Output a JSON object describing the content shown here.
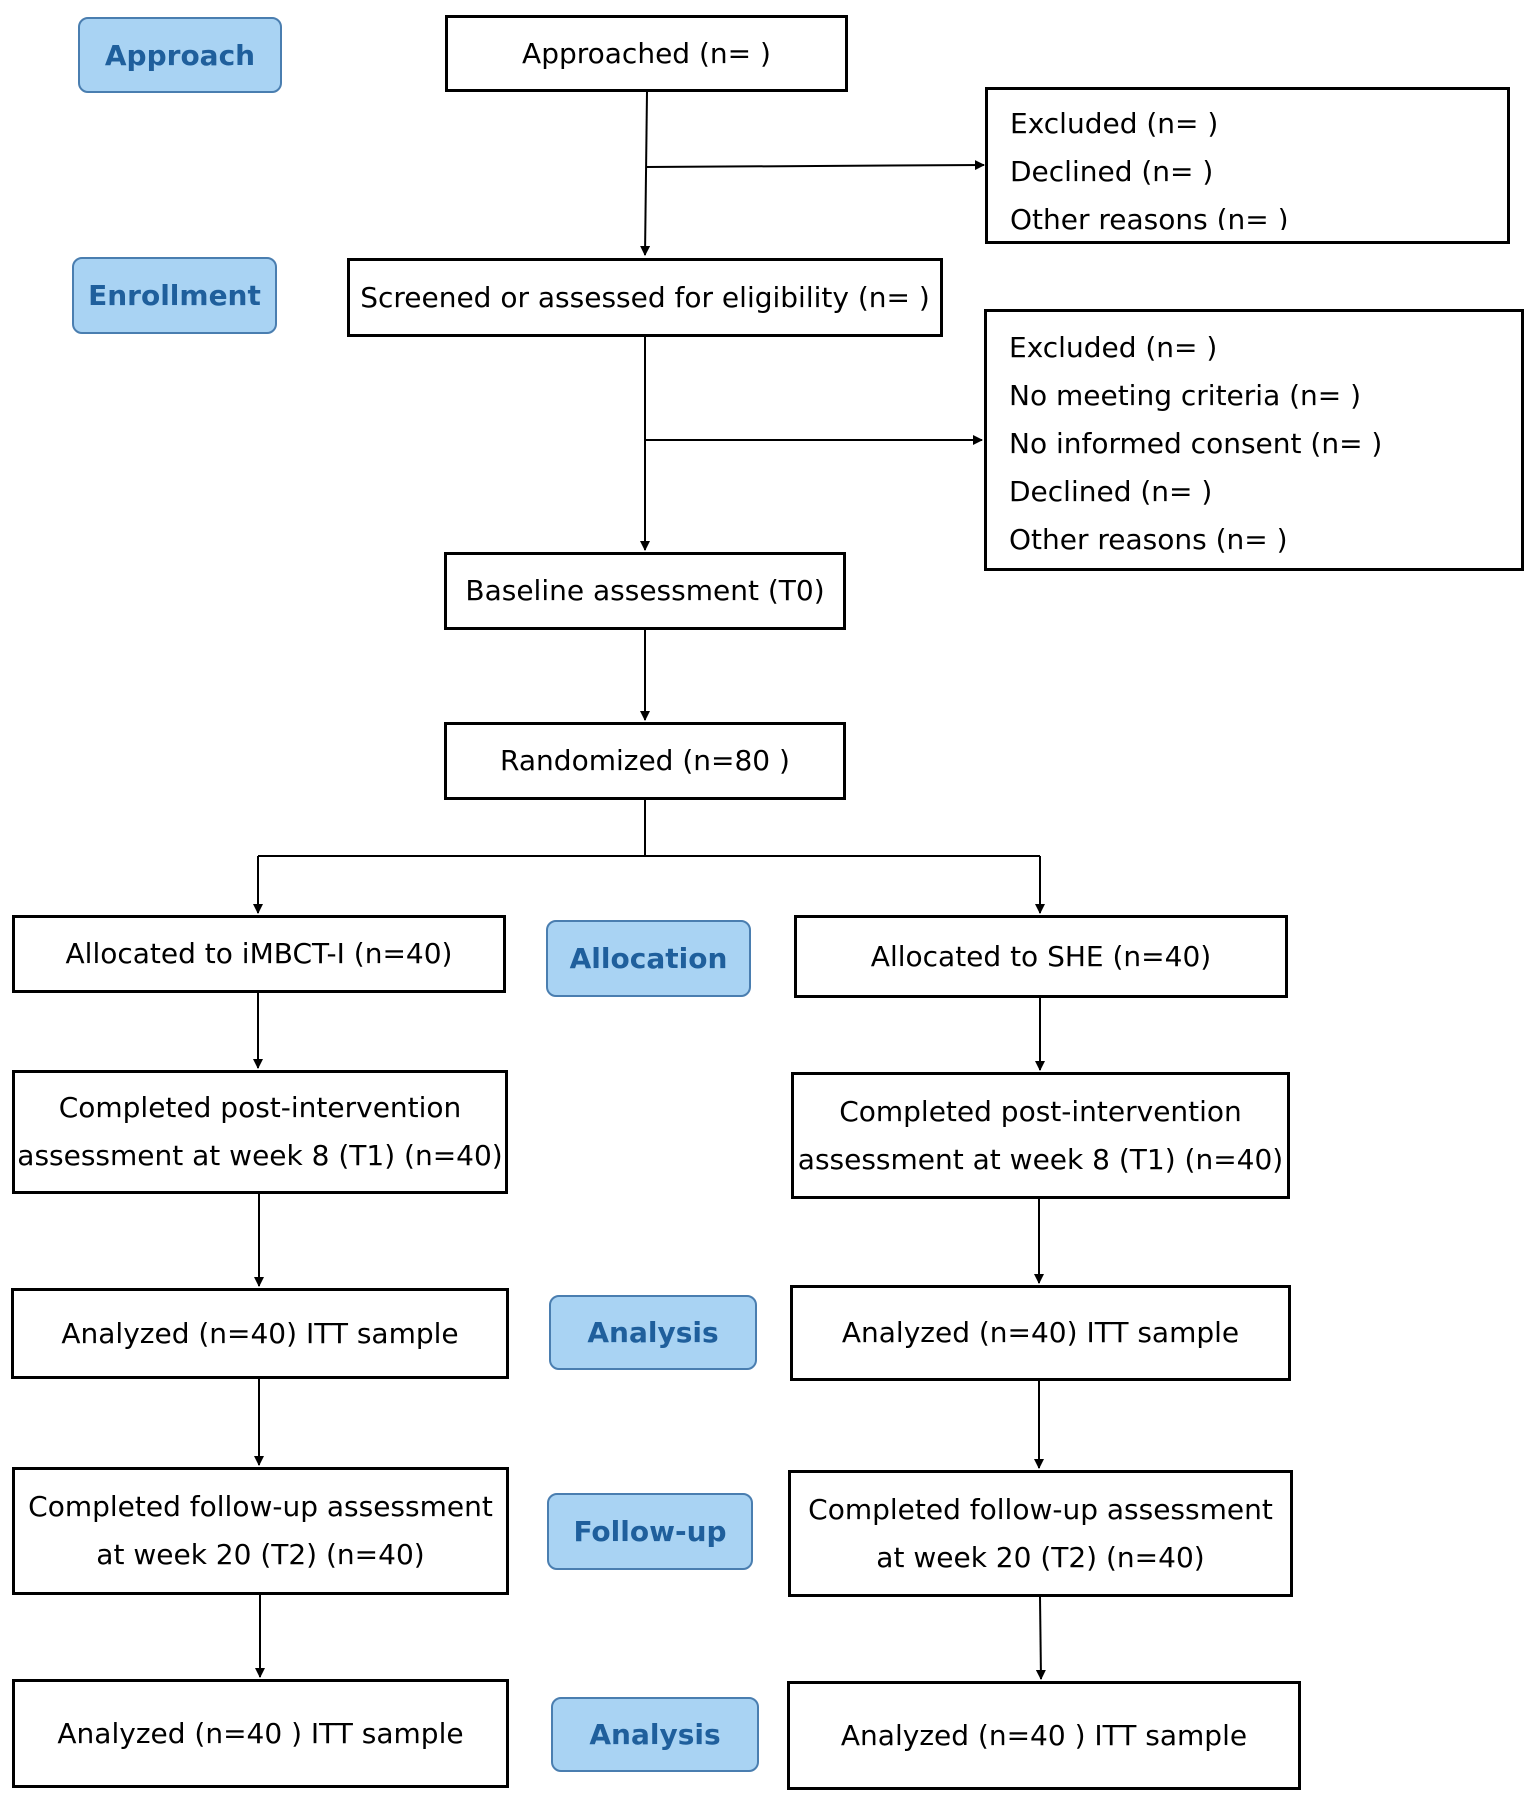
{
  "stages": {
    "approach": "Approach",
    "enrollment": "Enrollment",
    "allocation": "Allocation",
    "analysis1": "Analysis",
    "followup": "Follow-up",
    "analysis2": "Analysis"
  },
  "boxes": {
    "approached": "Approached (n= )",
    "excluded1": [
      "Excluded (n= )",
      "Declined (n= )",
      "Other reasons (n= )"
    ],
    "screened": "Screened or assessed for eligibility (n= )",
    "excluded2": [
      "Excluded (n= )",
      "No meeting criteria (n= )",
      "No informed consent (n= )",
      "Declined (n= )",
      "Other reasons (n= )"
    ],
    "baseline": "Baseline assessment (T0)",
    "randomized": "Randomized (n=80 )",
    "alloc_left": "Allocated to iMBCT-I (n=40)",
    "alloc_right": "Allocated to SHE (n=40)",
    "post_left": [
      "Completed post-intervention",
      "assessment at week 8 (T1) (n=40)"
    ],
    "post_right": [
      "Completed post-intervention",
      "assessment at week 8 (T1) (n=40)"
    ],
    "analyzed_left_1": "Analyzed (n=40) ITT sample",
    "analyzed_right_1": "Analyzed (n=40) ITT sample",
    "follow_left": [
      "Completed follow-up assessment",
      "at week 20 (T2) (n=40)"
    ],
    "follow_right": [
      "Completed follow-up assessment",
      "at week 20 (T2) (n=40)"
    ],
    "analyzed_left_2": "Analyzed (n=40 ) ITT sample",
    "analyzed_right_2": "Analyzed (n=40 ) ITT sample"
  },
  "colors": {
    "stage_fill": "#a9d3f3",
    "stage_border": "#4a7eb0",
    "stage_text": "#1f5f9c"
  }
}
